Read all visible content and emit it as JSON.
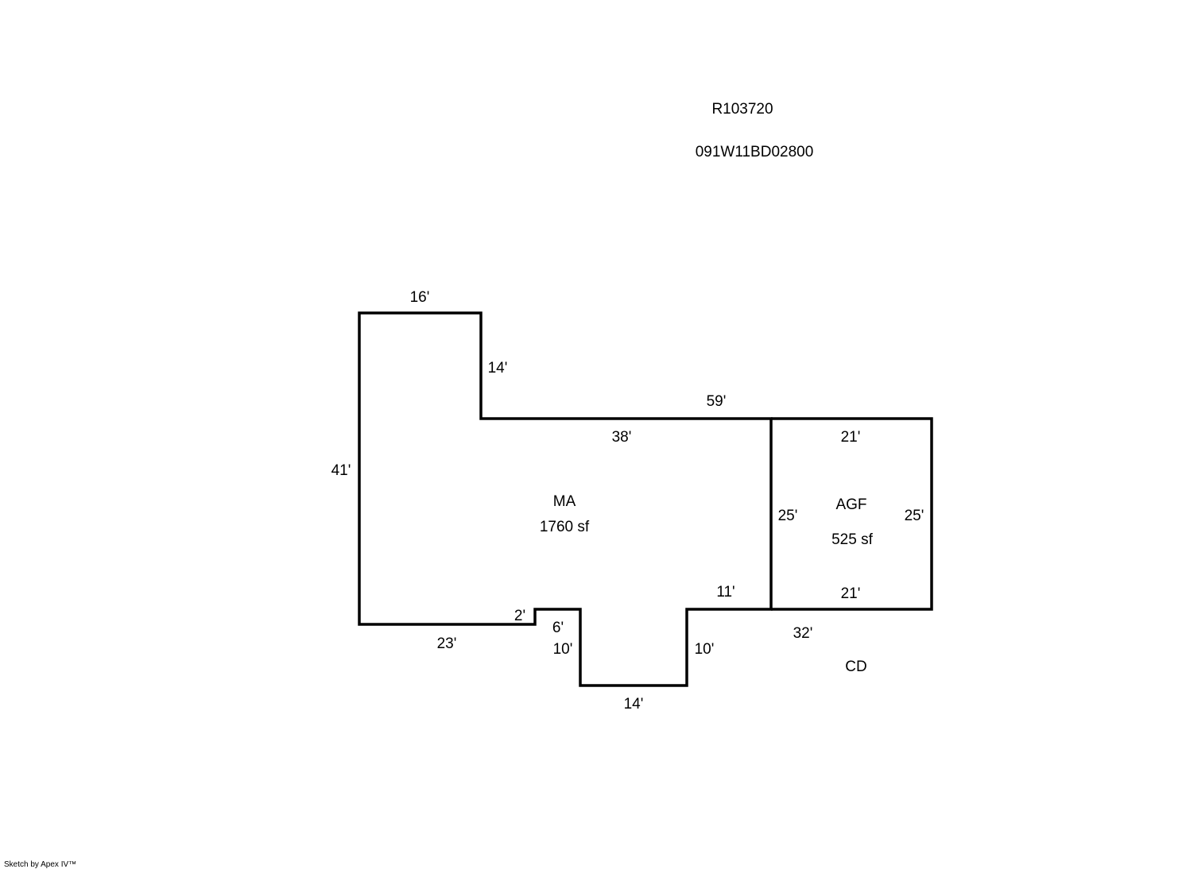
{
  "header": {
    "parcel_id": "R103720",
    "map_number": "091W11BD02800"
  },
  "areas": {
    "main": {
      "code": "MA",
      "size": "1760 sf"
    },
    "garage": {
      "code": "AGF",
      "size": "525 sf"
    },
    "deck": {
      "code": "CD"
    }
  },
  "dimensions": {
    "top_left": "16'",
    "notch_right": "14'",
    "top_overall": "59'",
    "top_inner": "38'",
    "left": "41'",
    "garage_top": "21'",
    "garage_left": "25'",
    "garage_right": "25'",
    "garage_bottom": "21'",
    "bottom_right_step": "11'",
    "step_small": "2'",
    "step_six": "6'",
    "bottom_left": "23'",
    "bump_left": "10'",
    "bump_right": "10'",
    "bump_bottom": "14'",
    "deck_span": "32'"
  },
  "footer": {
    "credit": "Sketch by Apex IV™"
  }
}
